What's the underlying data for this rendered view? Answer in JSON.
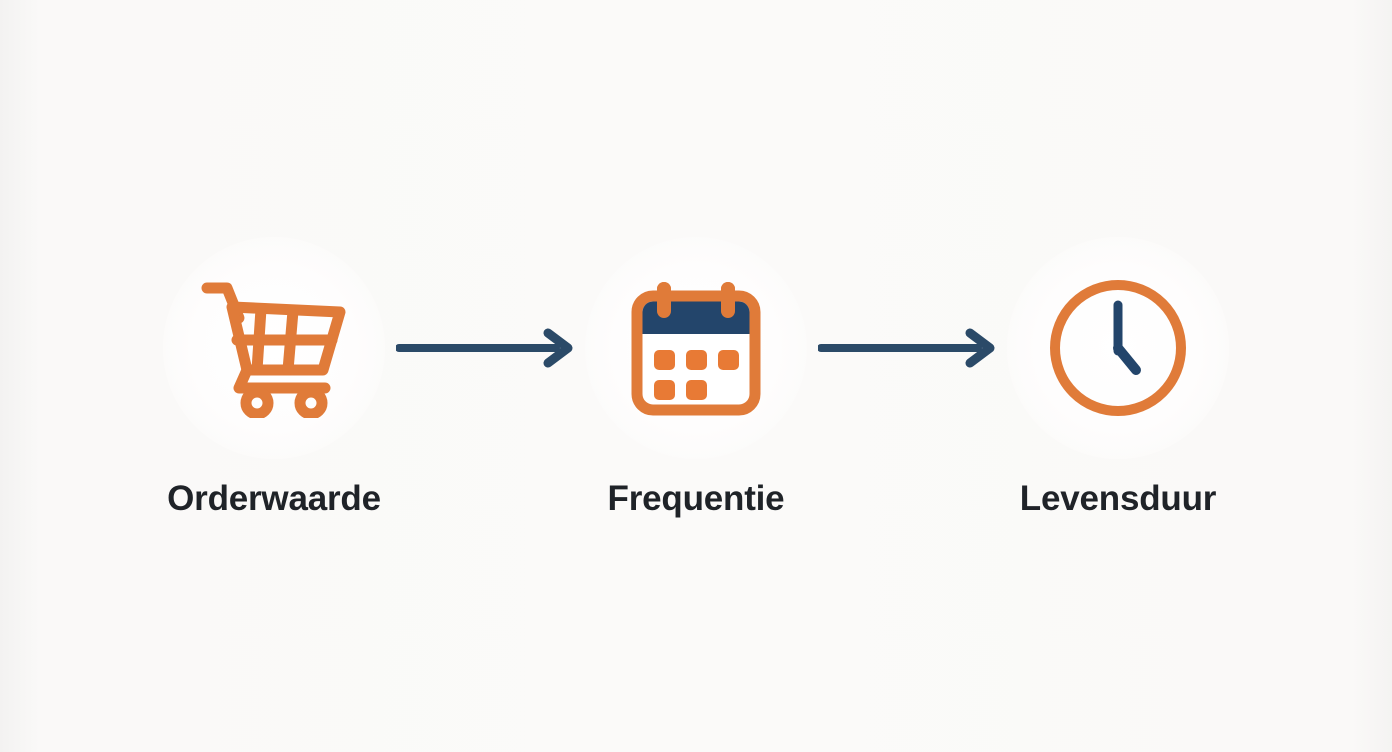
{
  "diagram": {
    "type": "horizontal-flow",
    "title": "",
    "background_color": "#faf9f8",
    "accent_orange": "#e07b39",
    "accent_navy": "#23456b",
    "label_color": "#1f2328",
    "steps": [
      {
        "id": "orderwaarde",
        "label": "Orderwaarde",
        "icon": "shopping-cart-icon",
        "icon_color": "#e07b39"
      },
      {
        "id": "frequentie",
        "label": "Frequentie",
        "icon": "calendar-icon",
        "icon_color": "#e07b39",
        "icon_secondary_color": "#23456b"
      },
      {
        "id": "levensduur",
        "label": "Levensduur",
        "icon": "clock-icon",
        "icon_color": "#e07b39",
        "icon_secondary_color": "#23456b"
      }
    ],
    "connectors": [
      {
        "id": "arrow-1",
        "from": "orderwaarde",
        "to": "frequentie",
        "icon": "arrow-right-icon",
        "color": "#2b4a68"
      },
      {
        "id": "arrow-2",
        "from": "frequentie",
        "to": "levensduur",
        "icon": "arrow-right-icon",
        "color": "#2b4a68"
      }
    ]
  }
}
